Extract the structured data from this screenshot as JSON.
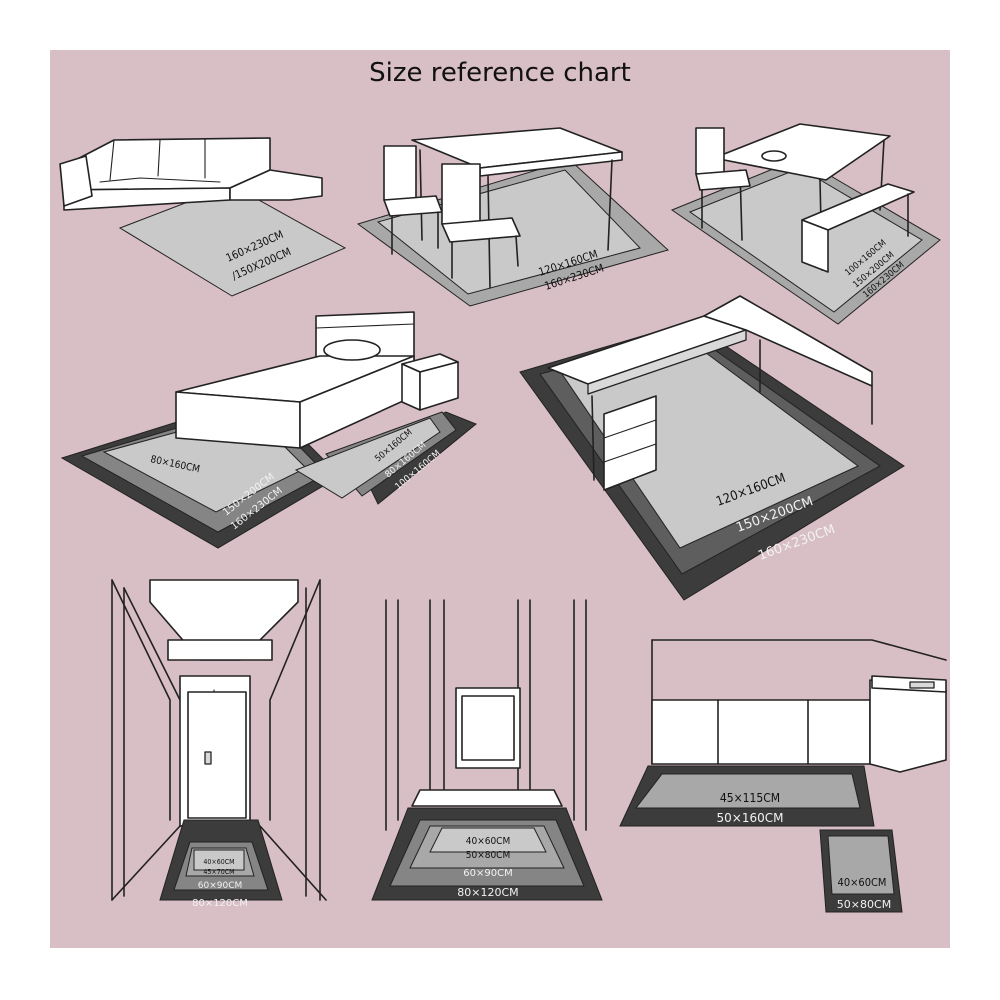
{
  "title": "Size reference chart",
  "colors": {
    "background": "#d8bec5",
    "rug_light": "#c9c9c9",
    "rug_mid": "#a8a8a8",
    "rug_dark": "#858585",
    "rug_darker": "#5e5e5e",
    "rug_darkest": "#3c3c3c",
    "line": "#222222"
  },
  "scenes": {
    "living_room": {
      "sizes": [
        "160×230CM",
        "/150X200CM"
      ]
    },
    "dining_room": {
      "sizes": [
        "120×160CM",
        "160×230CM"
      ]
    },
    "dining_bench": {
      "sizes": [
        "100×160CM",
        "150×200CM",
        "160×230CM"
      ]
    },
    "bedroom": {
      "left_sizes": [
        "80×160CM",
        "150×200CM",
        "160×230CM"
      ],
      "right_sizes": [
        "50×160CM",
        "80×160CM",
        "100×160CM"
      ]
    },
    "study": {
      "sizes": [
        "120×160CM",
        "150×200CM",
        "160×230CM"
      ]
    },
    "hallway": {
      "sizes": [
        "40×60CM",
        "45×70CM",
        "60×90CM",
        "80×120CM"
      ]
    },
    "entrance": {
      "sizes": [
        "40×60CM",
        "50×80CM",
        "60×90CM",
        "80×120CM"
      ]
    },
    "kitchen": {
      "sizes": [
        "45×115CM",
        "50×160CM",
        "40×60CM",
        "50×80CM"
      ]
    }
  }
}
